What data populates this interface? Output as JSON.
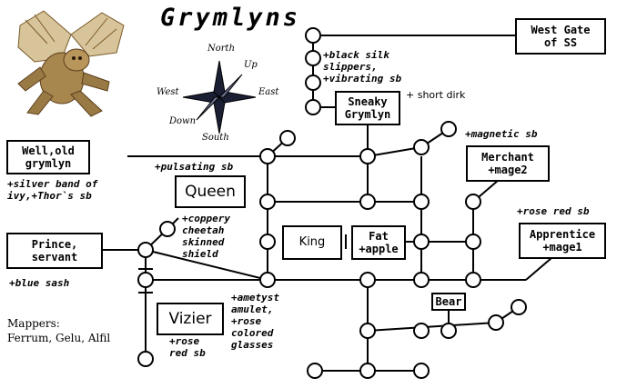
{
  "map": {
    "title": "Grymlyns",
    "compass": {
      "north": "North",
      "south": "South",
      "east": "East",
      "west": "West",
      "up": "Up",
      "down": "Down"
    },
    "rooms": {
      "west_gate": [
        "West Gate",
        "of SS"
      ],
      "sneaky": [
        "Sneaky",
        "Grymlyn"
      ],
      "well": [
        "Well,old",
        "grymlyn"
      ],
      "queen": "Queen",
      "prince": [
        "Prince,",
        "servant"
      ],
      "king": "King",
      "fat": [
        "Fat",
        "+apple"
      ],
      "merchant": [
        "Merchant",
        "+mage2"
      ],
      "apprentice": [
        "Apprentice",
        "+mage1"
      ],
      "vizier": "Vizier",
      "bear": "Bear"
    },
    "notes": {
      "black_silk": [
        "+black silk",
        " slippers,",
        "+vibrating sb"
      ],
      "short_dirk": "+ short dirk",
      "magnetic": "+magnetic sb",
      "pulsating": "+pulsating sb",
      "silver_band": [
        "+silver band of",
        " ivy,+Thor`s sb"
      ],
      "coppery": [
        "+coppery",
        " cheetah",
        " skinned",
        " shield"
      ],
      "rose_red_ap": "+rose red sb",
      "blue_sash": "+blue sash",
      "ametyst": [
        "+ametyst",
        " amulet,",
        "+rose",
        " colored",
        " glasses"
      ],
      "rose_red_viz": [
        "+rose",
        " red sb"
      ]
    },
    "mappers": [
      "Mappers:",
      "Ferrum, Gelu, Alfil"
    ]
  }
}
